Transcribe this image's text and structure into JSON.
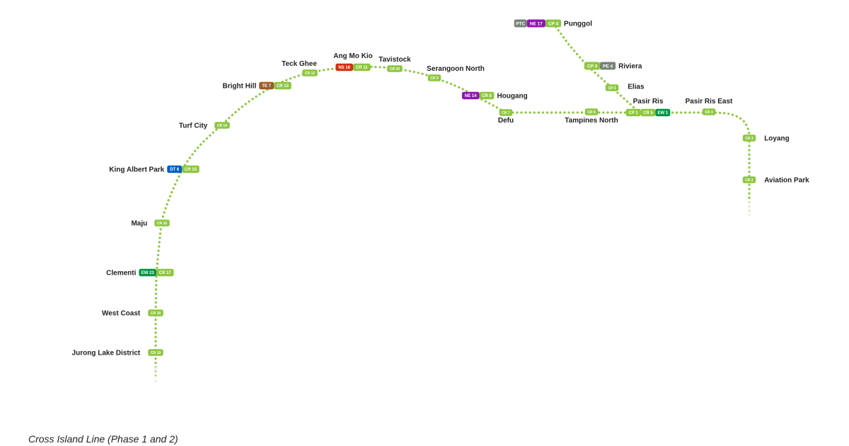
{
  "caption": "Cross Island Line (Phase 1 and 2)",
  "line_color": "#8dc63f",
  "code_colors": {
    "CR": "#8dc63f",
    "CP": "#8dc63f",
    "NS": "#d42e12",
    "NE": "#9016b2",
    "EW": "#009645",
    "DT": "#005ec4",
    "TE": "#9d5b25",
    "PTC": "#748477",
    "PE": "#748477"
  },
  "stations": [
    {
      "id": "punggol",
      "name": "Punggol",
      "codes": [
        "PTC",
        "NE 17",
        "CP 4"
      ]
    },
    {
      "id": "riviera",
      "name": "Riviera",
      "codes": [
        "CP 3",
        "PE 4"
      ]
    },
    {
      "id": "elias",
      "name": "Elias",
      "codes": [
        "CP 2"
      ]
    },
    {
      "id": "pasir-ris",
      "name": "Pasir Ris",
      "codes": [
        "CP 1",
        "CR 5",
        "EW 1"
      ]
    },
    {
      "id": "pasir-ris-east",
      "name": "Pasir Ris East",
      "codes": [
        "CR 4"
      ]
    },
    {
      "id": "loyang",
      "name": "Loyang",
      "codes": [
        "CR 3"
      ]
    },
    {
      "id": "aviation-park",
      "name": "Aviation Park",
      "codes": [
        "CR 2"
      ]
    },
    {
      "id": "tampines-north",
      "name": "Tampines North",
      "codes": [
        "CR 6"
      ]
    },
    {
      "id": "defu",
      "name": "Defu",
      "codes": [
        "CR 7"
      ]
    },
    {
      "id": "hougang",
      "name": "Hougang",
      "codes": [
        "NE 14",
        "CR 8"
      ]
    },
    {
      "id": "serangoon-north",
      "name": "Serangoon North",
      "codes": [
        "CR 9"
      ]
    },
    {
      "id": "tavistock",
      "name": "Tavistock",
      "codes": [
        "CR 10"
      ]
    },
    {
      "id": "ang-mo-kio",
      "name": "Ang Mo Kio",
      "codes": [
        "NS 16",
        "CR 11"
      ]
    },
    {
      "id": "teck-ghee",
      "name": "Teck Ghee",
      "codes": [
        "CR 12"
      ]
    },
    {
      "id": "bright-hill",
      "name": "Bright Hill",
      "codes": [
        "TE 7",
        "CR 13"
      ]
    },
    {
      "id": "turf-city",
      "name": "Turf City",
      "codes": [
        "CR 14"
      ]
    },
    {
      "id": "king-albert-park",
      "name": "King Albert Park",
      "codes": [
        "DT 6",
        "CR 15"
      ]
    },
    {
      "id": "maju",
      "name": "Maju",
      "codes": [
        "CR 16"
      ]
    },
    {
      "id": "clementi",
      "name": "Clementi",
      "codes": [
        "EW 23",
        "CR 17"
      ]
    },
    {
      "id": "west-coast",
      "name": "West Coast",
      "codes": [
        "CR 18"
      ]
    },
    {
      "id": "jurong-lake-district",
      "name": "Jurong Lake District",
      "codes": [
        "CR 19"
      ]
    }
  ]
}
